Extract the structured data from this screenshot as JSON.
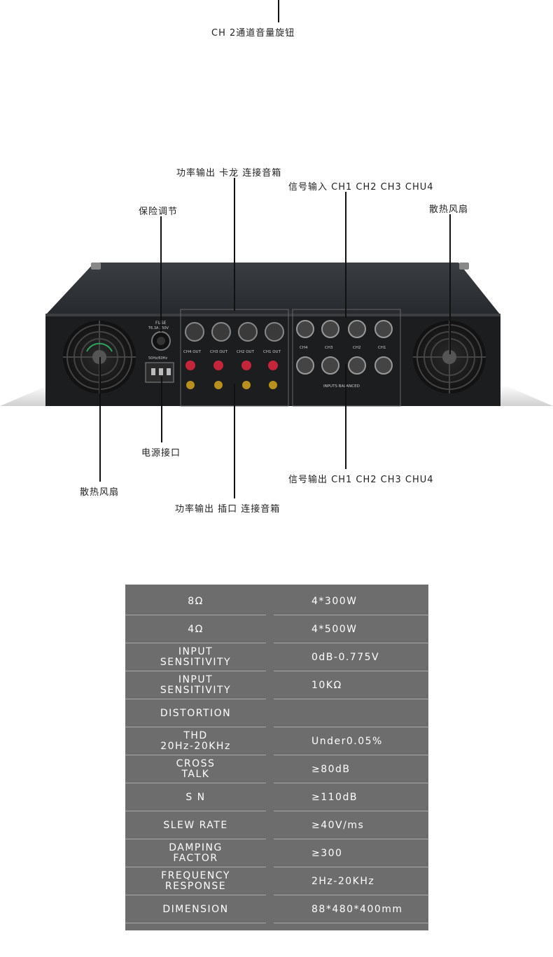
{
  "top_caption": "CH 2通道音量旋钮",
  "annotations": {
    "power_out_speakon": "功率输出 卡龙 连接音箱",
    "signal_in": "信号输入 CH1 CH2 CH3 CHU4",
    "fuse": "保险调节",
    "fan_right": "散热风扇",
    "power_socket": "电源接口",
    "fan_left": "散热风扇",
    "signal_out": "信号输出 CH1 CH2 CH3 CHU4",
    "power_out_binding": "功率输出 插口 连接音箱"
  },
  "panel_text": {
    "fuse": "FUSE",
    "fuse_rating": "T6.3A 250V",
    "ac_freq": "50Hz/60Hz",
    "out_labels": [
      "CH4 OUT",
      "CH3 OUT",
      "CH2 OUT",
      "CH1 OUT"
    ],
    "inputs": "INPUTS BALANCED",
    "in_labels": [
      "CH4",
      "CH3",
      "CH2",
      "CH1"
    ]
  },
  "specs": [
    {
      "key": "8Ω",
      "value": "4*300W"
    },
    {
      "key": "4Ω",
      "value": "4*500W"
    },
    {
      "key": "INPUT\nSENSITIVITY",
      "value": "0dB-0.775V"
    },
    {
      "key": "INPUT\nSENSITIVITY",
      "value": "10KΩ"
    },
    {
      "key": "DISTORTION",
      "value": ""
    },
    {
      "key": "THD\n20Hz-20KHz",
      "value": "Under0.05%"
    },
    {
      "key": "CROSS\nTALK",
      "value": "≥80dB"
    },
    {
      "key": "S  N",
      "value": "≥110dB"
    },
    {
      "key": "SLEW RATE",
      "value": "≥40V/ms"
    },
    {
      "key": "DAMPING\nFACTOR",
      "value": "≥300"
    },
    {
      "key": "FREQUENCY\nRESPONSE",
      "value": "2Hz-20KHz"
    },
    {
      "key": "DIMENSION",
      "value": "88*480*400mm"
    }
  ]
}
